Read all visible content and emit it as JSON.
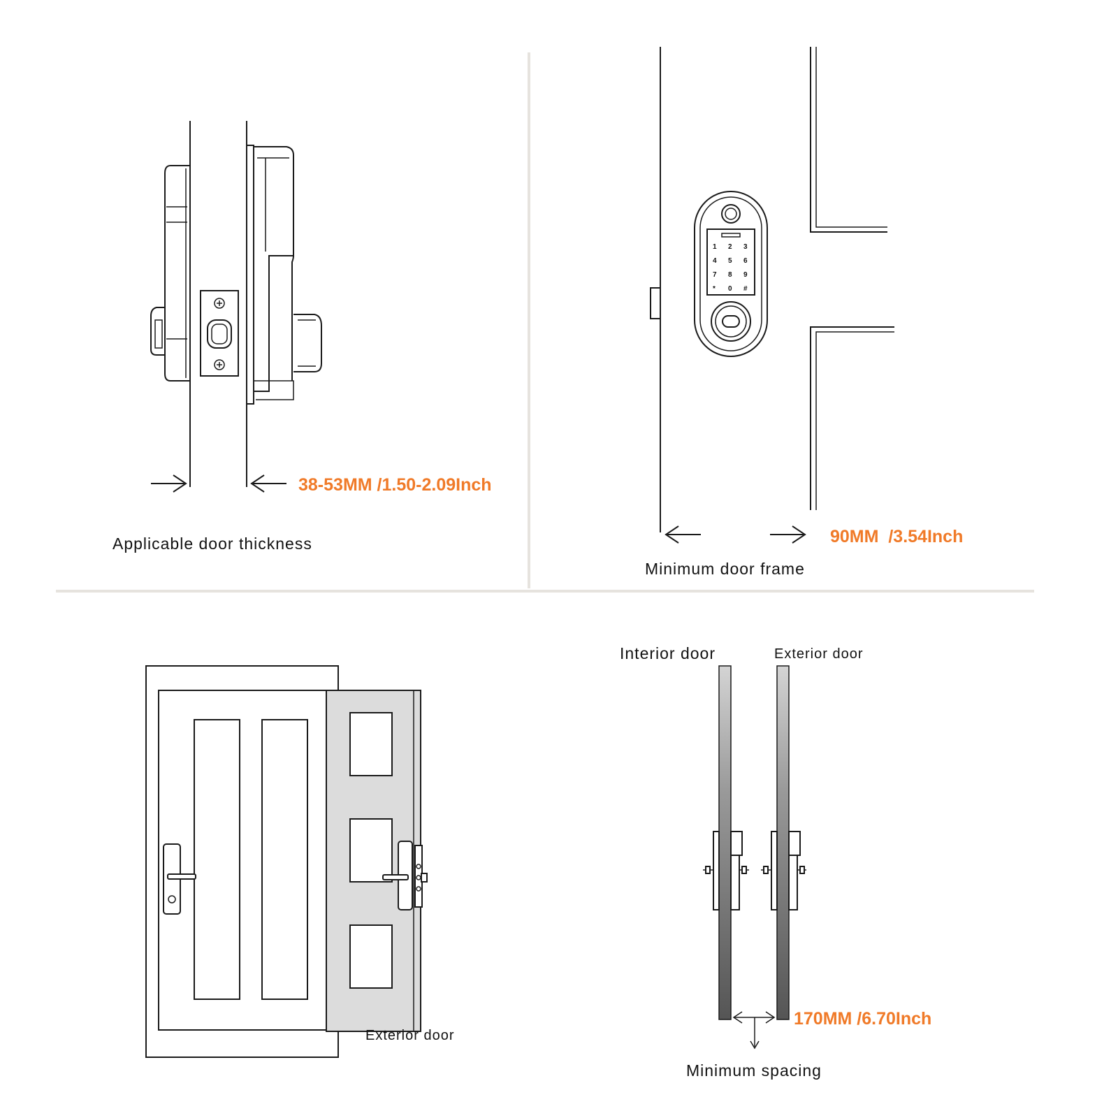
{
  "colors": {
    "accent": "#f07a28",
    "divider": "#e6e3de",
    "door_fill": "#dcdcdc"
  },
  "panels": {
    "thickness": {
      "caption": "Applicable door thickness",
      "dimension": "38-53MM /1.50-2.09Inch"
    },
    "frame": {
      "caption": "Minimum door frame",
      "dimension": "90MM  /3.54Inch",
      "keypad": [
        "1",
        "2",
        "3",
        "4",
        "5",
        "6",
        "7",
        "8",
        "9",
        "*",
        "0",
        "#"
      ]
    },
    "opening": {
      "exterior_label": "Exterior door"
    },
    "spacing": {
      "interior_label": "Interior door",
      "exterior_label": "Exterior door",
      "dimension": "170MM /6.70Inch",
      "caption": "Minimum spacing"
    }
  }
}
